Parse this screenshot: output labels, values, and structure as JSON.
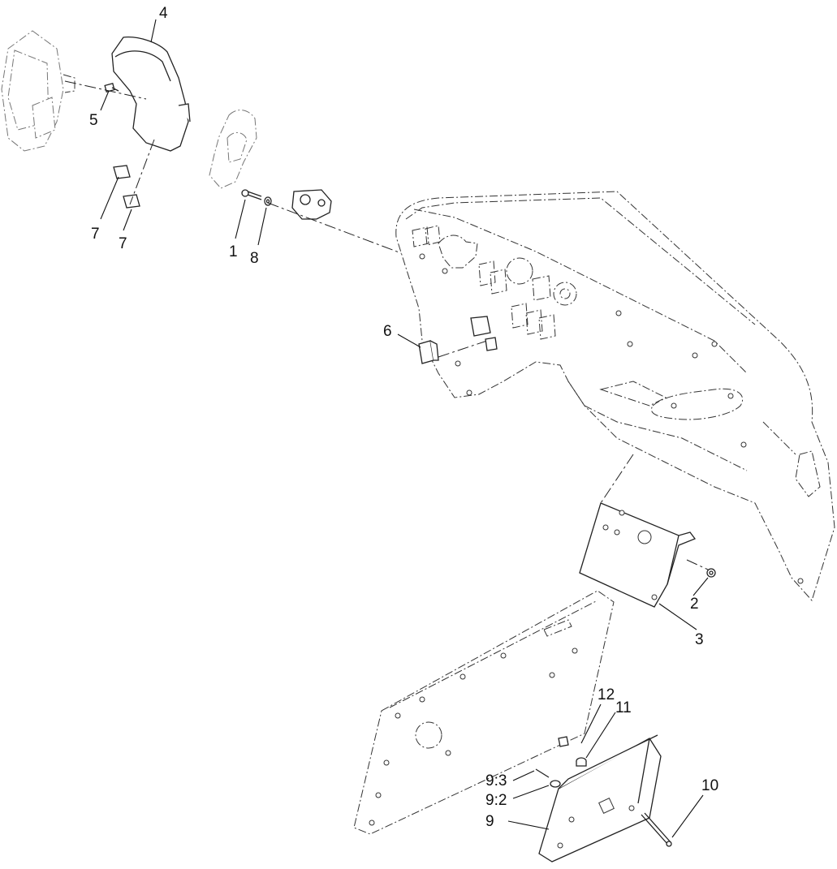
{
  "callouts": [
    {
      "id": "callout-1",
      "text": "1"
    },
    {
      "id": "callout-2",
      "text": "2"
    },
    {
      "id": "callout-3",
      "text": "3"
    },
    {
      "id": "callout-4",
      "text": "4"
    },
    {
      "id": "callout-5",
      "text": "5"
    },
    {
      "id": "callout-6",
      "text": "6"
    },
    {
      "id": "callout-7a",
      "text": "7"
    },
    {
      "id": "callout-7b",
      "text": "7"
    },
    {
      "id": "callout-8",
      "text": "8"
    },
    {
      "id": "callout-9",
      "text": "9"
    },
    {
      "id": "callout-9-2",
      "text": "9:2"
    },
    {
      "id": "callout-9-3",
      "text": "9:3"
    },
    {
      "id": "callout-10",
      "text": "10"
    },
    {
      "id": "callout-11",
      "text": "11"
    },
    {
      "id": "callout-12",
      "text": "12"
    }
  ]
}
